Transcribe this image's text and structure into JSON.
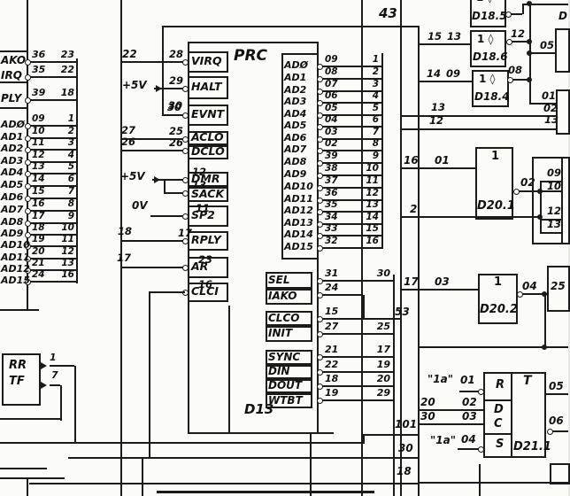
{
  "colors": {
    "ink": "#1b1b1b",
    "paper": "#fbfbf7"
  },
  "processor": {
    "label": "PRC",
    "designator": "D13",
    "left_pins": [
      {
        "name": "VIRQ",
        "pin": "28",
        "source": "22"
      },
      {
        "name": "HALT",
        "pin": "29",
        "source": "+5V"
      },
      {
        "name": "EVNT",
        "pin": "30",
        "source": ""
      },
      {
        "name": "ACLO",
        "pin": "25",
        "source": "27"
      },
      {
        "name": "DCLO",
        "pin": "26",
        "source": "26"
      },
      {
        "name": "DMR",
        "pin": "12",
        "source": "+5V"
      },
      {
        "name": "SACK",
        "pin": "13",
        "source": ""
      },
      {
        "name": "SP2",
        "pin": "11",
        "source": "0V"
      },
      {
        "name": "RPLY",
        "pin": "17",
        "source": "18"
      },
      {
        "name": "AR",
        "pin": "23",
        "source": "17"
      },
      {
        "name": "CLCI",
        "pin": "16",
        "source": ""
      }
    ],
    "right_pins_ad": [
      {
        "name": "ADØ",
        "pin": "09",
        "bus": "1"
      },
      {
        "name": "AD1",
        "pin": "08",
        "bus": "2"
      },
      {
        "name": "AD2",
        "pin": "07",
        "bus": "3"
      },
      {
        "name": "AD3",
        "pin": "06",
        "bus": "4"
      },
      {
        "name": "AD4",
        "pin": "05",
        "bus": "5"
      },
      {
        "name": "AD5",
        "pin": "04",
        "bus": "6"
      },
      {
        "name": "AD6",
        "pin": "03",
        "bus": "7"
      },
      {
        "name": "AD7",
        "pin": "02",
        "bus": "8"
      },
      {
        "name": "AD8",
        "pin": "39",
        "bus": "9"
      },
      {
        "name": "AD9",
        "pin": "38",
        "bus": "10"
      },
      {
        "name": "AD10",
        "pin": "37",
        "bus": "11"
      },
      {
        "name": "AD11",
        "pin": "36",
        "bus": "12"
      },
      {
        "name": "AD12",
        "pin": "35",
        "bus": "13"
      },
      {
        "name": "AD13",
        "pin": "34",
        "bus": "14"
      },
      {
        "name": "AD14",
        "pin": "33",
        "bus": "15"
      },
      {
        "name": "AD15",
        "pin": "32",
        "bus": "16"
      }
    ],
    "right_pins_ctl": [
      {
        "name": "SEL",
        "pin": "31",
        "bus": "30"
      },
      {
        "name": "IAKO",
        "pin": "24",
        "bus": ""
      },
      {
        "name": "CLCO",
        "pin": "15",
        "bus": "53"
      },
      {
        "name": "INIT",
        "pin": "27",
        "bus": "25"
      },
      {
        "name": "SYNC",
        "pin": "21",
        "bus": "17"
      },
      {
        "name": "DIN",
        "pin": "22",
        "bus": "19"
      },
      {
        "name": "DOUT",
        "pin": "18",
        "bus": "20"
      },
      {
        "name": "WTBT",
        "pin": "19",
        "bus": "29"
      }
    ]
  },
  "left_connector": {
    "top_rows": [
      {
        "name": "AKO",
        "pin": "36",
        "bus": "23"
      },
      {
        "name": "IRQ",
        "pin": "35",
        "bus": "22"
      },
      {
        "name": "PLY",
        "pin": "39",
        "bus": "18"
      }
    ],
    "ad_rows": [
      {
        "name": "ADØ",
        "pin": "09",
        "bus": "1"
      },
      {
        "name": "AD1",
        "pin": "10",
        "bus": "2"
      },
      {
        "name": "AD2",
        "pin": "11",
        "bus": "3"
      },
      {
        "name": "AD3",
        "pin": "12",
        "bus": "4"
      },
      {
        "name": "AD4",
        "pin": "13",
        "bus": "5"
      },
      {
        "name": "AD5",
        "pin": "14",
        "bus": "6"
      },
      {
        "name": "AD6",
        "pin": "15",
        "bus": "7"
      },
      {
        "name": "AD7",
        "pin": "16",
        "bus": "8"
      },
      {
        "name": "AD8",
        "pin": "17",
        "bus": "9"
      },
      {
        "name": "AD9",
        "pin": "18",
        "bus": "10"
      },
      {
        "name": "AD10",
        "pin": "19",
        "bus": "11"
      },
      {
        "name": "AD11",
        "pin": "20",
        "bus": "12"
      },
      {
        "name": "AD12",
        "pin": "21",
        "bus": "13"
      },
      {
        "name": "AD15",
        "pin": "24",
        "bus": "16"
      }
    ]
  },
  "rr_tf": {
    "row1": "RR",
    "row2": "TF",
    "pin1": "1",
    "pin2": "7"
  },
  "gates": {
    "d185": {
      "designator": "D18.5",
      "symbol": "1 ◊"
    },
    "d186": {
      "designator": "D18.6",
      "symbol": "1 ◊",
      "in1": "15",
      "in2": "13",
      "out": "12"
    },
    "d184": {
      "designator": "D18.4",
      "symbol": "1 ◊",
      "in1": "14",
      "in2": "09",
      "out": "08"
    },
    "d201": {
      "designator": "D20.1",
      "symbol": "1",
      "in1": "16",
      "in2": "01",
      "out": "02"
    },
    "d202": {
      "designator": "D20.2",
      "symbol": "1",
      "in1": "17",
      "in2": "03",
      "out": "04"
    }
  },
  "flipflop": {
    "designator": "D21.1",
    "type": "T",
    "r": {
      "label": "R",
      "pin": "01",
      "src": "\"1a\""
    },
    "d": {
      "label": "D",
      "pin": "02",
      "src": "20"
    },
    "c": {
      "label": "C",
      "pin": "03",
      "src": "30"
    },
    "s": {
      "label": "S",
      "pin": "04",
      "src": "\"1a\""
    },
    "q": {
      "pin": "05"
    },
    "nq": {
      "pin": "06"
    }
  },
  "nets": {
    "n43": "43",
    "n53": "53",
    "n101": "101",
    "n30": "30",
    "n18": "18",
    "n2": "2",
    "n25": "25",
    "w05": "05",
    "w01": "01",
    "w02": "02",
    "w13": "13",
    "row13": "13",
    "row12": "12",
    "r3_09": "09",
    "r3_10": "10",
    "r3_12": "12",
    "r3_13": "13",
    "d_partial": "D"
  }
}
